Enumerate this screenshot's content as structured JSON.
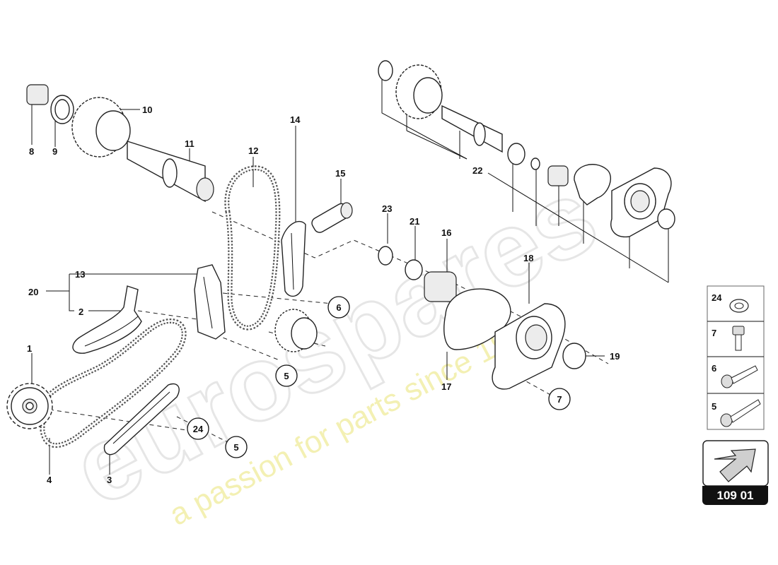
{
  "watermark": {
    "brand": "eurospares",
    "slogan": "a passion for parts since 1985"
  },
  "callouts": [
    {
      "id": "c1",
      "text": "1"
    },
    {
      "id": "c2",
      "text": "2"
    },
    {
      "id": "c3",
      "text": "3"
    },
    {
      "id": "c4",
      "text": "4"
    },
    {
      "id": "c8",
      "text": "8"
    },
    {
      "id": "c9",
      "text": "9"
    },
    {
      "id": "c10",
      "text": "10"
    },
    {
      "id": "c11",
      "text": "11"
    },
    {
      "id": "c12",
      "text": "12"
    },
    {
      "id": "c13",
      "text": "13"
    },
    {
      "id": "c14",
      "text": "14"
    },
    {
      "id": "c15",
      "text": "15"
    },
    {
      "id": "c16",
      "text": "16"
    },
    {
      "id": "c17",
      "text": "17"
    },
    {
      "id": "c18",
      "text": "18"
    },
    {
      "id": "c19",
      "text": "19"
    },
    {
      "id": "c20",
      "text": "20"
    },
    {
      "id": "c21",
      "text": "21"
    },
    {
      "id": "c22",
      "text": "22"
    },
    {
      "id": "c23",
      "text": "23"
    }
  ],
  "circled_refs": [
    {
      "id": "r6",
      "text": "6"
    },
    {
      "id": "r5a",
      "text": "5"
    },
    {
      "id": "r24",
      "text": "24"
    },
    {
      "id": "r5b",
      "text": "5"
    },
    {
      "id": "r7",
      "text": "7"
    }
  ],
  "legend": [
    {
      "text": "24",
      "icon": "washer-icon"
    },
    {
      "text": "7",
      "icon": "hex-bolt-short-icon"
    },
    {
      "text": "6",
      "icon": "bolt-medium-icon"
    },
    {
      "text": "5",
      "icon": "bolt-long-icon"
    }
  ],
  "direction_icon": "arrow-front-icon",
  "page_ref": "109 01"
}
